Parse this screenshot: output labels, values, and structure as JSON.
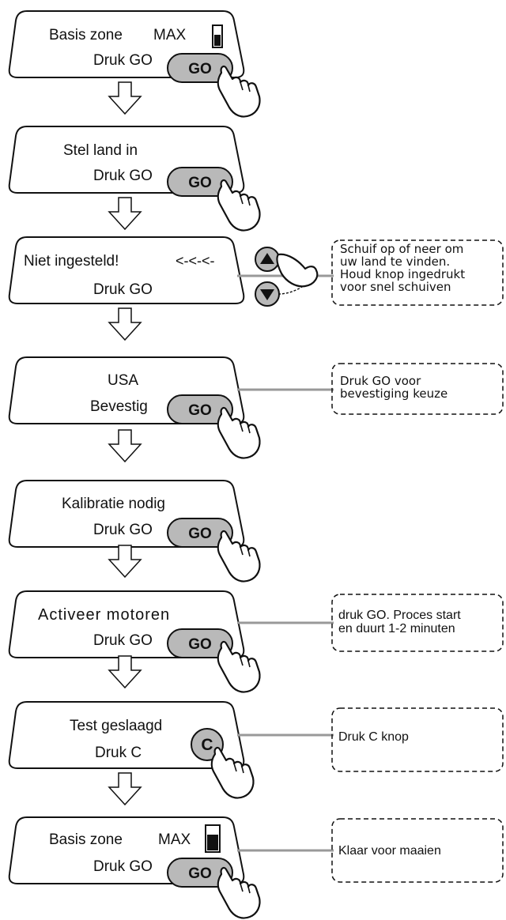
{
  "steps": [
    {
      "line1": "Basis zone",
      "line1_right": "MAX",
      "line2": "Druk GO",
      "button": "GO"
    },
    {
      "line1": "Stel land in",
      "line2": "Druk GO",
      "button": "GO"
    },
    {
      "line1": "Niet ingesteld!",
      "line1_right": "<-<-<-",
      "line2": "Druk GO"
    },
    {
      "line1": "USA",
      "line2": "Bevestig",
      "button": "GO"
    },
    {
      "line1": "Kalibratie nodig",
      "line2": "Druk GO",
      "button": "GO"
    },
    {
      "line1": "Activeer motoren",
      "line2": "Druk GO",
      "button": "GO"
    },
    {
      "line1": "Test geslaagd",
      "line2": "Druk C",
      "button": "C"
    },
    {
      "line1": "Basis zone",
      "line1_right": "MAX",
      "line2": "Druk GO",
      "button": "GO"
    }
  ],
  "notes": {
    "scroll": "Schuif op of neer om\nuw land te vinden.\nHoud knop ingedrukt\nvoor snel schuiven",
    "confirm": "Druk GO voor\nbevestiging keuze",
    "motors": "druk GO. Proces start\nen duurt 1-2 minuten",
    "press_c": "Druk C knop",
    "ready": "Klaar voor maaien"
  },
  "colors": {
    "outline": "#111111",
    "button_fill": "#b9b9b9",
    "connector": "#999999"
  }
}
